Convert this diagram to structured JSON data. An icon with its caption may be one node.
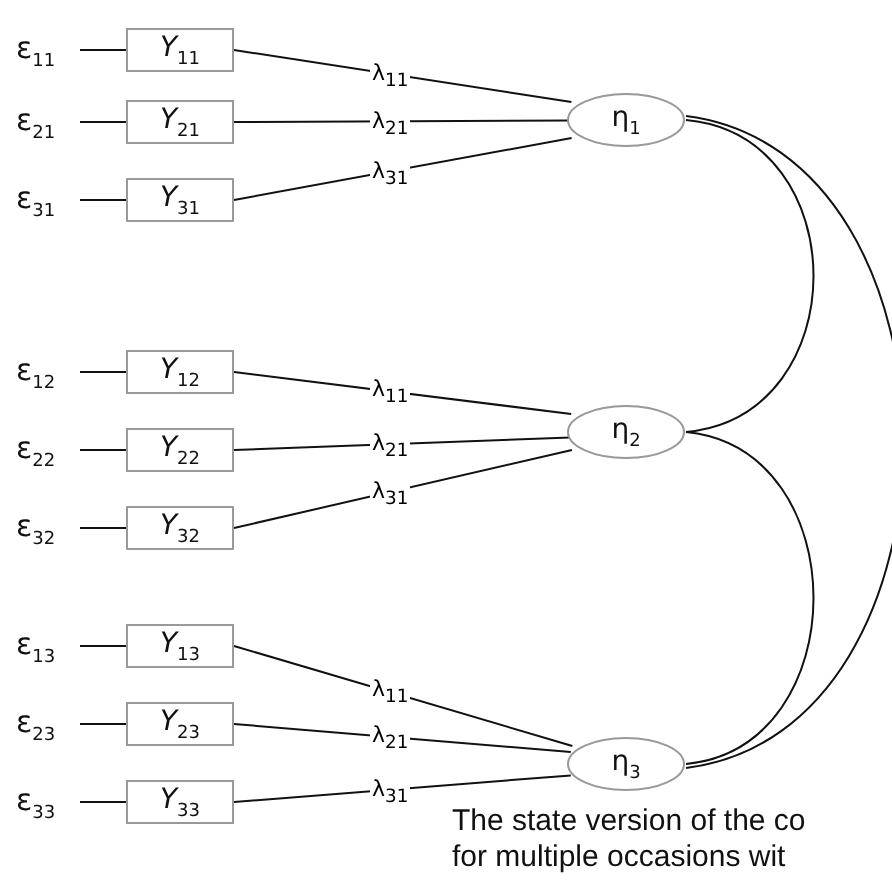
{
  "diagram": {
    "nodes": [
      {
        "text": [
          "ε$_{11}$"
        ]
      },
      {
        "text": [
          "*Y*$_{11}$"
        ]
      },
      {
        "text": [
          "ε$_{21}$"
        ]
      },
      {
        "text": [
          "*Y*$_{21}$"
        ]
      },
      {
        "text": [
          "ε$_{31}$"
        ]
      },
      {
        "text": [
          "*Y*$_{31}$"
        ]
      },
      {
        "text": [
          "η$_{1}$"
        ]
      },
      {
        "text": [
          "ε$_{12}$"
        ]
      },
      {
        "text": [
          "*Y*$_{12}$"
        ]
      },
      {
        "text": [
          "ε$_{22}$"
        ]
      },
      {
        "text": [
          "*Y*$_{22}$"
        ]
      },
      {
        "text": [
          "ε$_{32}$"
        ]
      },
      {
        "text": [
          "*Y*$_{32}$"
        ]
      },
      {
        "text": [
          "η$_{2}$"
        ]
      },
      {
        "text": [
          "ε$_{13}$"
        ]
      },
      {
        "text": [
          "*Y*$_{13}$"
        ]
      },
      {
        "text": [
          "ε$_{23}$"
        ]
      },
      {
        "text": [
          "*Y*$_{23}$"
        ]
      },
      {
        "text": [
          "ε$_{33}$"
        ]
      },
      {
        "text": [
          "*Y*$_{33}$"
        ]
      },
      {
        "text": [
          "η$_{3}$"
        ]
      }
    ],
    "edges": [
      {
        "from": 0,
        "to": 1,
        "arrow": "none"
      },
      {
        "from": 2,
        "to": 3,
        "arrow": "none"
      },
      {
        "from": 4,
        "to": 5,
        "arrow": "none"
      },
      {
        "from": 1,
        "to": 6,
        "arrow": "none",
        "label": "λ$_{11}$"
      },
      {
        "from": 3,
        "to": 6,
        "arrow": "none",
        "label": "λ$_{21}$"
      },
      {
        "from": 5,
        "to": 6,
        "arrow": "none",
        "label": "λ$_{31}$"
      },
      {
        "from": 7,
        "to": 8,
        "arrow": "none"
      },
      {
        "from": 9,
        "to": 10,
        "arrow": "none"
      },
      {
        "from": 11,
        "to": 12,
        "arrow": "none"
      },
      {
        "from": 8,
        "to": 13,
        "arrow": "none",
        "label": "λ$_{11}$"
      },
      {
        "from": 10,
        "to": 13,
        "arrow": "none",
        "label": "λ$_{21}$"
      },
      {
        "from": 12,
        "to": 13,
        "arrow": "none",
        "label": "λ$_{31}$"
      },
      {
        "from": 14,
        "to": 15,
        "arrow": "none"
      },
      {
        "from": 16,
        "to": 17,
        "arrow": "none"
      },
      {
        "from": 18,
        "to": 19,
        "arrow": "none"
      },
      {
        "from": 15,
        "to": 20,
        "arrow": "none",
        "label": "λ$_{11}$"
      },
      {
        "from": 17,
        "to": 20,
        "arrow": "none",
        "label": "λ$_{21}$"
      },
      {
        "from": 19,
        "to": 20,
        "arrow": "none",
        "label": "λ$_{31}$"
      },
      {
        "from": 6,
        "to": 13,
        "arrow": "none"
      },
      {
        "from": 6,
        "to": 20,
        "arrow": "none"
      },
      {
        "from": 13,
        "to": 20,
        "arrow": "none"
      }
    ],
    "labels": [
      "The state version of the co",
      "for multiple occasions wit"
    ]
  }
}
